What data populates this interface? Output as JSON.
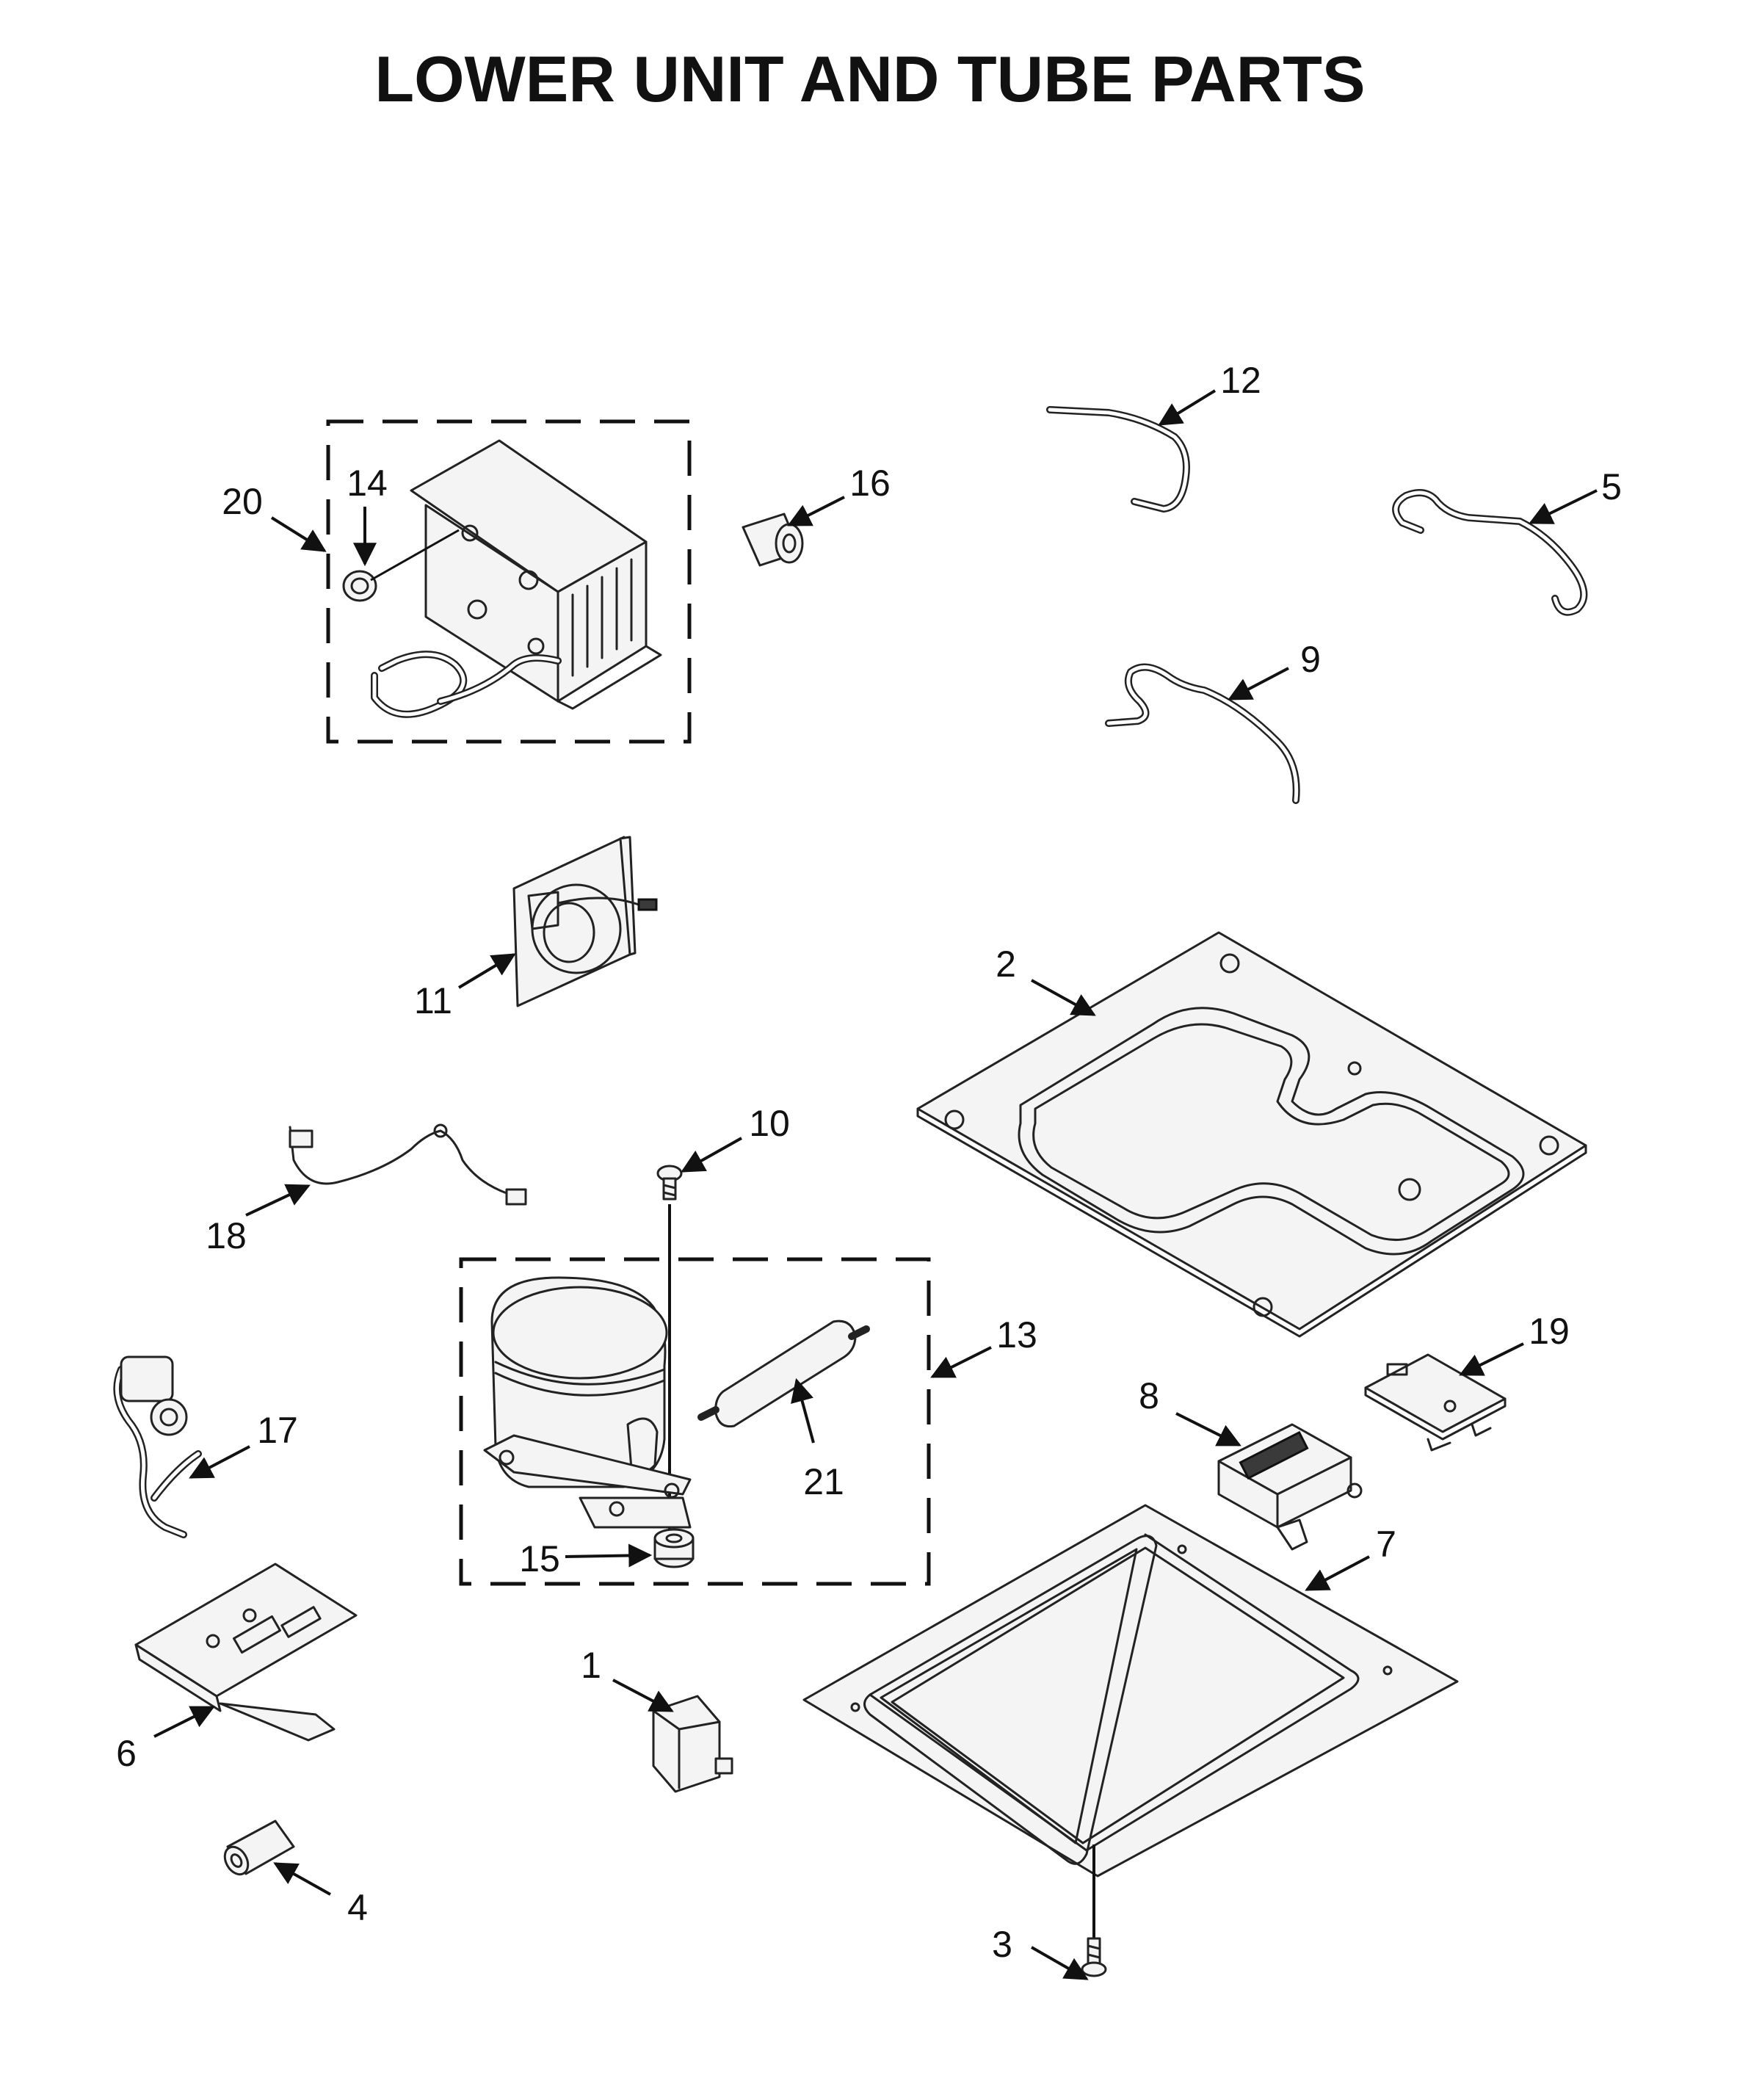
{
  "title": "LOWER UNIT AND TUBE PARTS",
  "callouts": [
    {
      "id": "1",
      "label": "1"
    },
    {
      "id": "2",
      "label": "2"
    },
    {
      "id": "3",
      "label": "3"
    },
    {
      "id": "4",
      "label": "4"
    },
    {
      "id": "5",
      "label": "5"
    },
    {
      "id": "6",
      "label": "6"
    },
    {
      "id": "7",
      "label": "7"
    },
    {
      "id": "8",
      "label": "8"
    },
    {
      "id": "9",
      "label": "9"
    },
    {
      "id": "10",
      "label": "10"
    },
    {
      "id": "11",
      "label": "11"
    },
    {
      "id": "12",
      "label": "12"
    },
    {
      "id": "13",
      "label": "13"
    },
    {
      "id": "14",
      "label": "14"
    },
    {
      "id": "15",
      "label": "15"
    },
    {
      "id": "16",
      "label": "16"
    },
    {
      "id": "17",
      "label": "17"
    },
    {
      "id": "18",
      "label": "18"
    },
    {
      "id": "19",
      "label": "19"
    },
    {
      "id": "20",
      "label": "20"
    },
    {
      "id": "21",
      "label": "21"
    }
  ]
}
